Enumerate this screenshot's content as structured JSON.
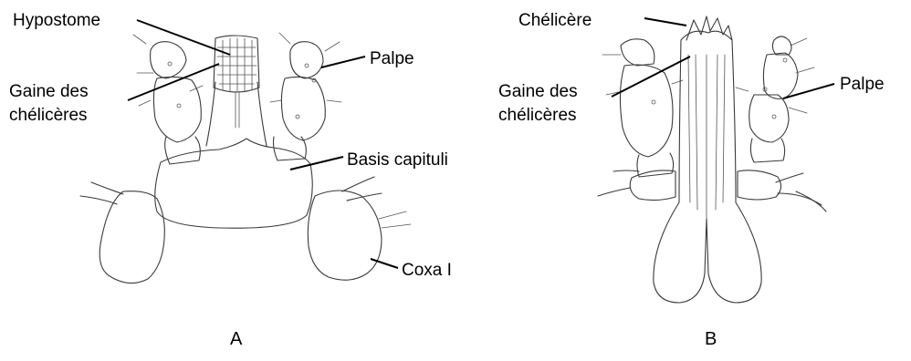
{
  "panels": [
    {
      "letter": "A",
      "labels": {
        "hypostome": "Hypostome",
        "gaine_line1": "Gaine des",
        "gaine_line2": "chélicères",
        "palpe": "Palpe",
        "basis": "Basis capituli",
        "coxa": "Coxa I"
      }
    },
    {
      "letter": "B",
      "labels": {
        "chelicere": "Chélicère",
        "gaine_line1": "Gaine des",
        "gaine_line2": "chélicères",
        "palpe": "Palpe"
      }
    }
  ],
  "colors": {
    "ink": "#3a3a3a",
    "leader": "#000000",
    "background": "#ffffff"
  }
}
